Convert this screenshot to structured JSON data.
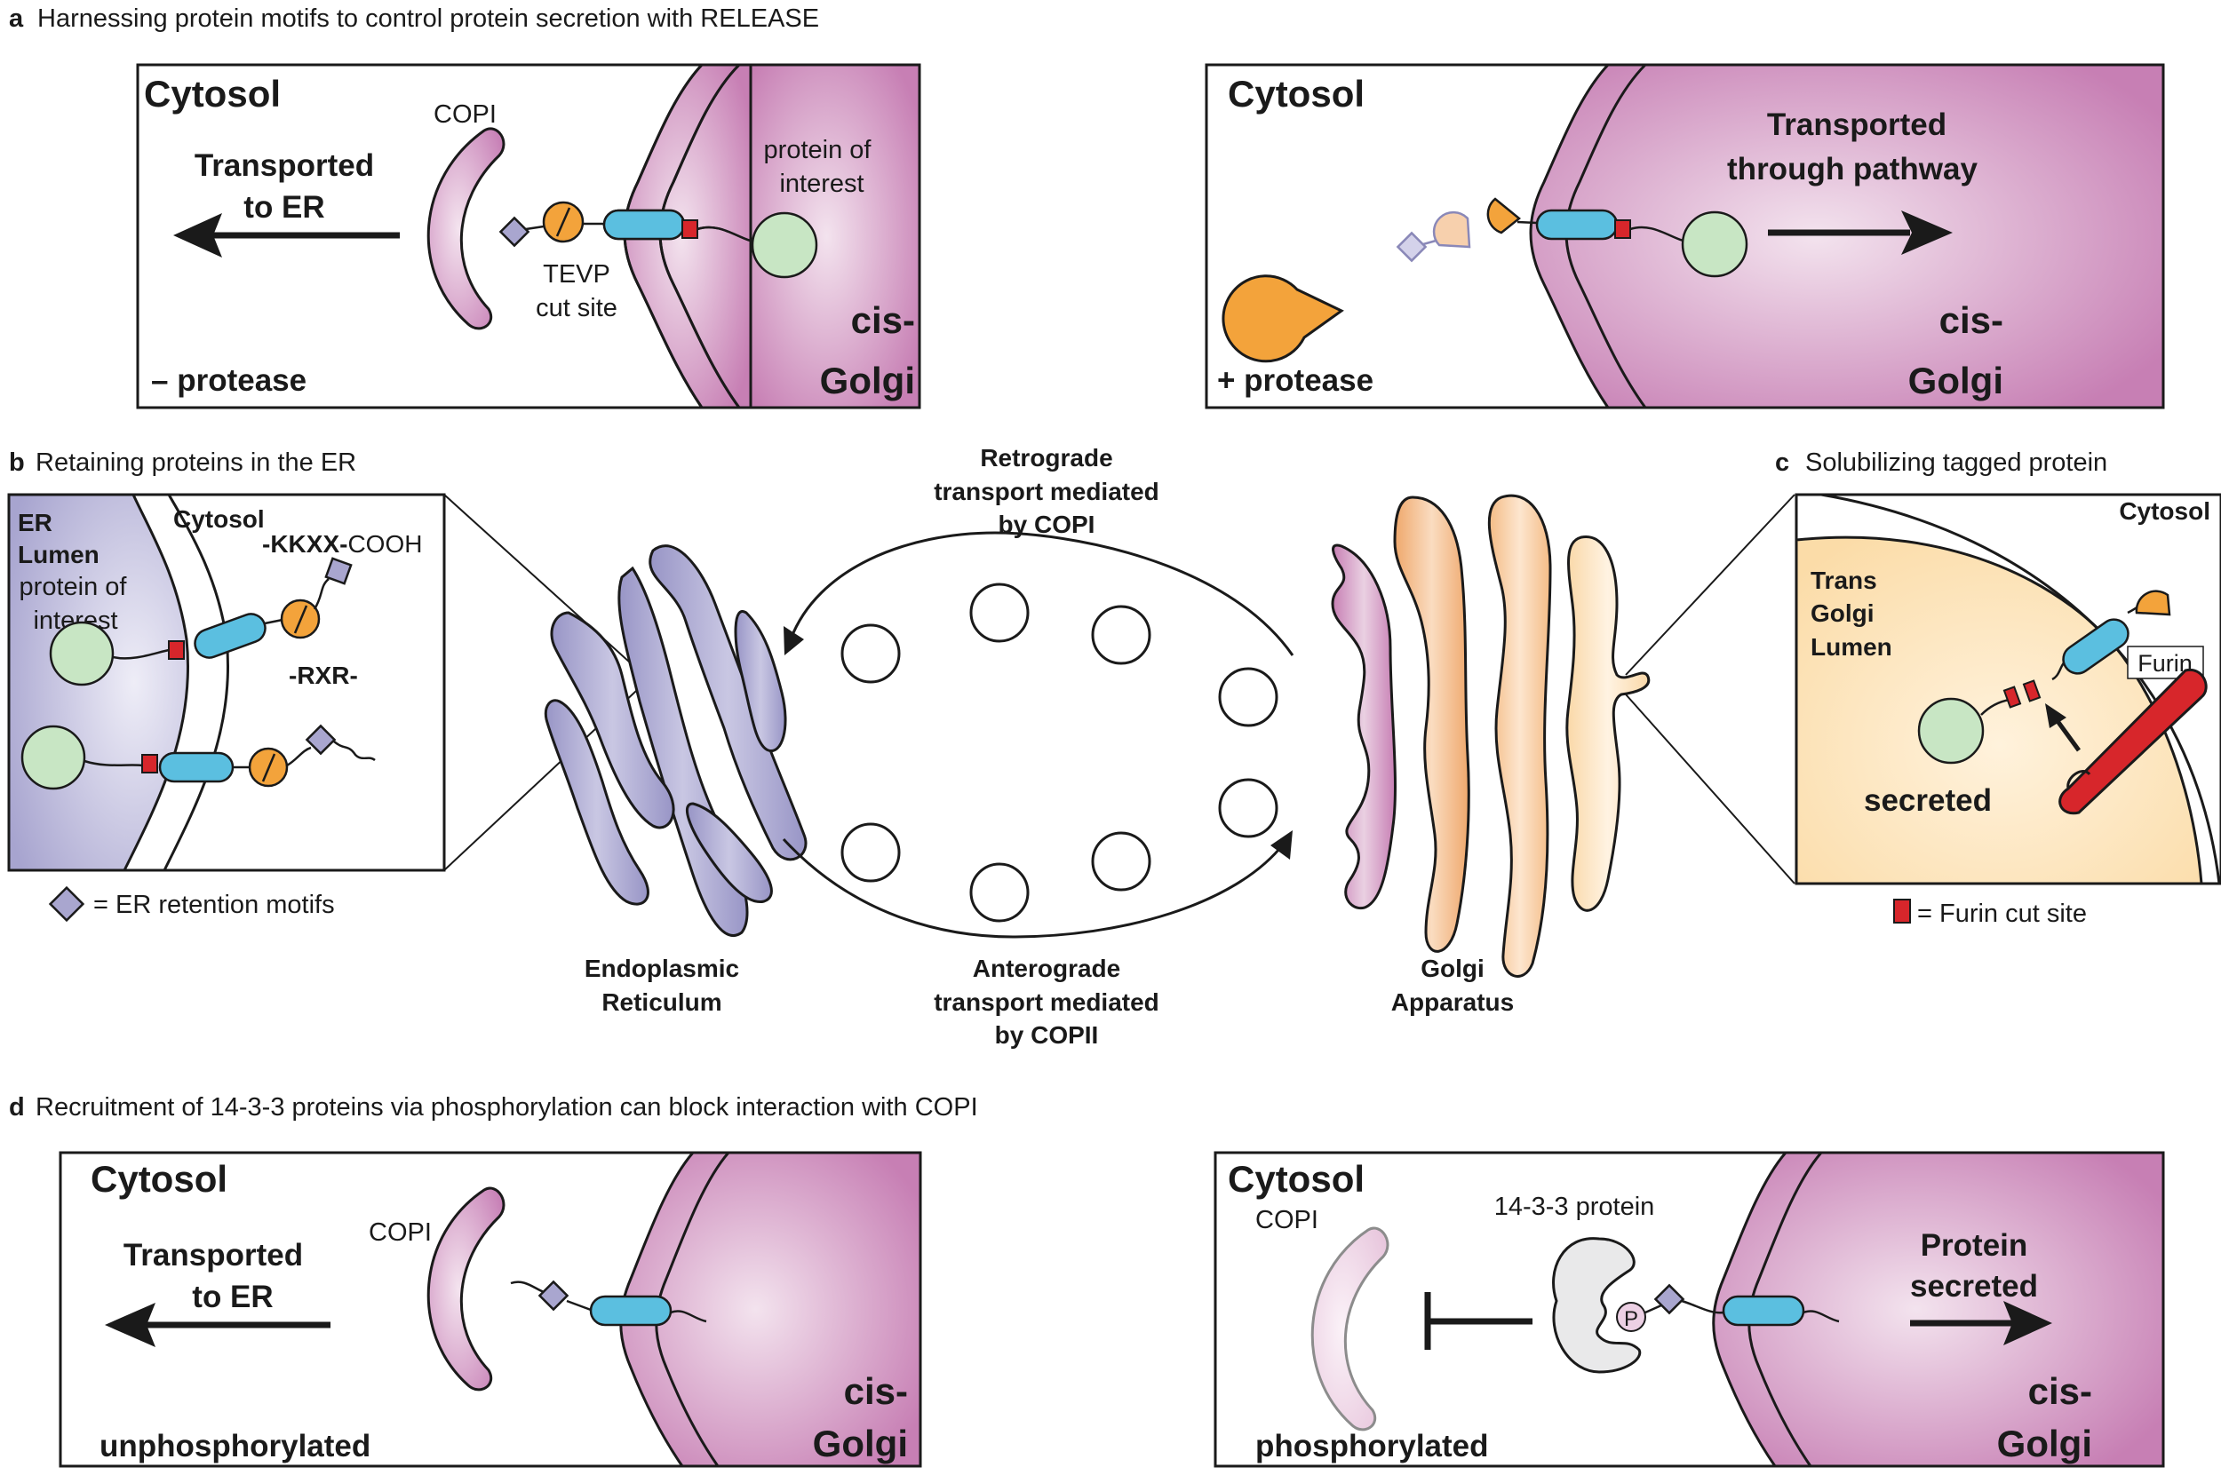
{
  "panel_a": {
    "letter": "a",
    "title": "Harnessing protein motifs to control protein secretion with RELEASE",
    "left": {
      "cytosol": "Cytosol",
      "copi": "COPI",
      "transported_1": "Transported",
      "transported_2": "to ER",
      "poi_1": "protein of",
      "poi_2": "interest",
      "tevp_1": "TEVP",
      "tevp_2": "cut site",
      "cis": "cis-",
      "golgi": "Golgi",
      "condition": "– protease"
    },
    "right": {
      "cytosol": "Cytosol",
      "transported_1": "Transported",
      "transported_2": "through pathway",
      "cis": "cis-",
      "golgi": "Golgi",
      "condition": "+ protease"
    }
  },
  "panel_b": {
    "letter": "b",
    "title": "Retaining proteins in the ER",
    "er_1": "ER",
    "er_2": "Lumen",
    "cytosol": "Cytosol",
    "poi_1": "protein of",
    "poi_2": "interest",
    "kkxx_bold": "-KKXX-",
    "kkxx_rest": "COOH",
    "rxr": "-RXR-",
    "legend": "= ER retention motifs"
  },
  "panel_c": {
    "letter": "c",
    "title": "Solubilizing tagged protein",
    "cytosol": "Cytosol",
    "lumen_1": "Trans",
    "lumen_2": "Golgi",
    "lumen_3": "Lumen",
    "furin": "Furin",
    "secreted": "secreted",
    "legend": "= Furin cut site"
  },
  "center": {
    "retro_1": "Retrograde",
    "retro_2": "transport mediated",
    "retro_3": "by COPI",
    "antero_1": "Anterograde",
    "antero_2": "transport mediated",
    "antero_3": "by COPII",
    "er_1": "Endoplasmic",
    "er_2": "Reticulum",
    "golgi_1": "Golgi",
    "golgi_2": "Apparatus"
  },
  "panel_d": {
    "letter": "d",
    "title": "Recruitment of 14-3-3 proteins via phosphorylation can block interaction with COPI",
    "left": {
      "cytosol": "Cytosol",
      "copi": "COPI",
      "transported_1": "Transported",
      "transported_2": "to ER",
      "cis": "cis-",
      "golgi": "Golgi",
      "condition": "unphosphorylated"
    },
    "right": {
      "cytosol": "Cytosol",
      "copi": "COPI",
      "protein_1433": "14-3-3 protein",
      "p": "P",
      "secreted_1": "Protein",
      "secreted_2": "secreted",
      "cis": "cis-",
      "golgi": "Golgi",
      "condition": "phosphorylated"
    }
  },
  "colors": {
    "golgi_pink": "#c77fb4",
    "golgi_light": "#ecd0e4",
    "er_purple": "#a9a6cf",
    "cyan": "#5bbfe0",
    "orange": "#f3a33b",
    "green": "#c8e6c4",
    "red": "#d7262b",
    "lumen_peach": "#fde4bb"
  }
}
